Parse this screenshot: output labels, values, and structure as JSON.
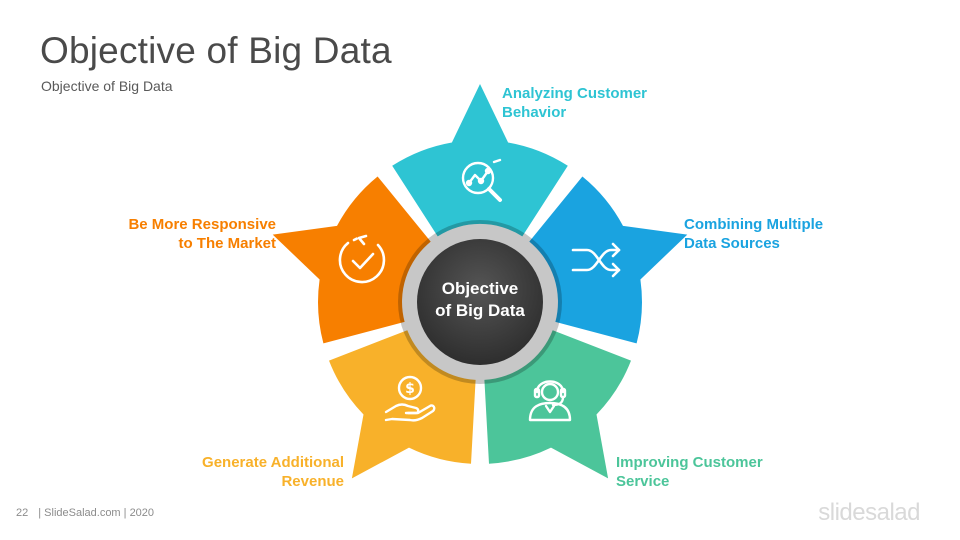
{
  "slide": {
    "title": "Objective of Big Data",
    "subtitle": "Objective of Big Data"
  },
  "center": {
    "line1": "Objective",
    "line2": "of Big Data",
    "color": "#3d3d3d"
  },
  "segments": [
    {
      "id": "top",
      "line1": "Analyzing Customer",
      "line2": "Behavior",
      "color": "#2ec4d3",
      "icon": "magnifier-chart-icon"
    },
    {
      "id": "right",
      "line1": "Combining Multiple",
      "line2": "Data Sources",
      "color": "#1aa3e0",
      "icon": "shuffle-icon"
    },
    {
      "id": "bottom-right",
      "line1": "Improving Customer",
      "line2": "Service",
      "color": "#4cc59a",
      "icon": "headset-agent-icon"
    },
    {
      "id": "bottom-left",
      "line1": "Generate Additional",
      "line2": "Revenue",
      "color": "#f8b12a",
      "icon": "hand-coin-icon"
    },
    {
      "id": "left",
      "line1": "Be More Responsive",
      "line2": "to The Market",
      "color": "#f77f00",
      "icon": "refresh-check-icon"
    }
  ],
  "footer": {
    "page": "22",
    "text": "| SlideSalad.com | 2020"
  },
  "brand": "slidesalad"
}
